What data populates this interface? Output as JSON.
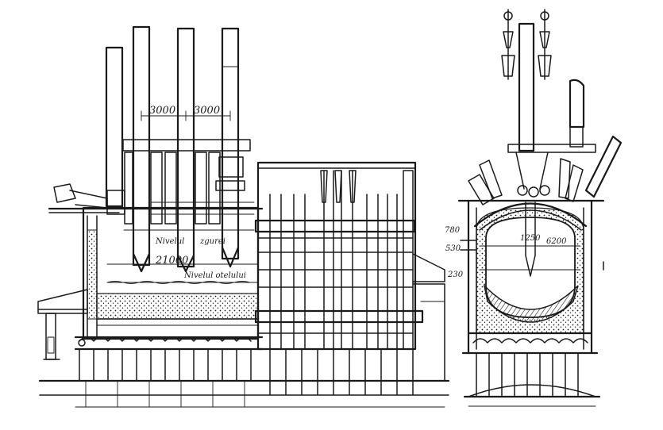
{
  "figure": {
    "left_view": {
      "dimension_1": "3000",
      "dimension_2": "3000",
      "label_upper": "Nivelul",
      "label_zgura": "zgurei",
      "dimension_total": "21000",
      "label_otel": "Nivelul  otelului"
    },
    "right_view": {
      "height_1": "780",
      "height_2": "530",
      "height_3": "230",
      "width_inner_left": "1250",
      "width_inner_right": "6200"
    }
  },
  "colors": {
    "ink": "#1a1a1a",
    "paper": "#ffffff"
  }
}
